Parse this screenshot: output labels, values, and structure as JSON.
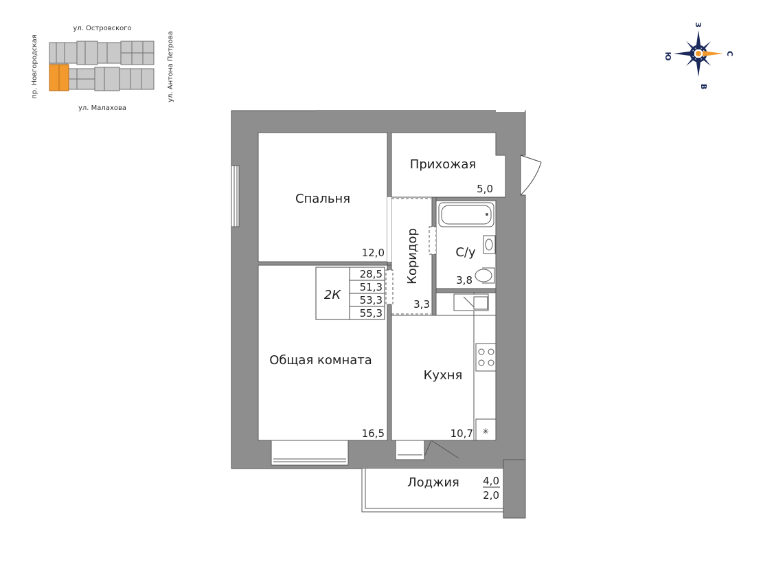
{
  "site_plan": {
    "streets": {
      "top": "ул. Островского",
      "bottom": "ул. Малахова",
      "left": "пр. Новгородская",
      "right": "ул. Антона Петрова"
    },
    "highlight_color": "#f39a2e"
  },
  "compass": {
    "north": "С",
    "south": "Ю",
    "east": "В",
    "west": "З",
    "accent_color": "#f39a2e",
    "ring_color": "#1b2a5a"
  },
  "plan": {
    "wall_color": "#8e8e8e",
    "rooms": {
      "bedroom": {
        "name": "Спальня",
        "area": "12,0"
      },
      "hall": {
        "name": "Прихожая",
        "area": "5,0"
      },
      "corridor": {
        "name": "Коридор",
        "area": "3,3"
      },
      "bathroom": {
        "name": "С/у",
        "area": "3,8"
      },
      "living": {
        "name": "Общая комната",
        "area": "16,5"
      },
      "kitchen": {
        "name": "Кухня",
        "area": "10,7"
      },
      "loggia": {
        "name": "Лоджия",
        "area": "4,0",
        "area_reduced": "2,0"
      }
    },
    "summary": {
      "type": "2К",
      "living_area": "28,5",
      "total_area": "51,3",
      "total_with_balcony_reduced": "53,3",
      "total_with_balcony": "55,3"
    }
  }
}
